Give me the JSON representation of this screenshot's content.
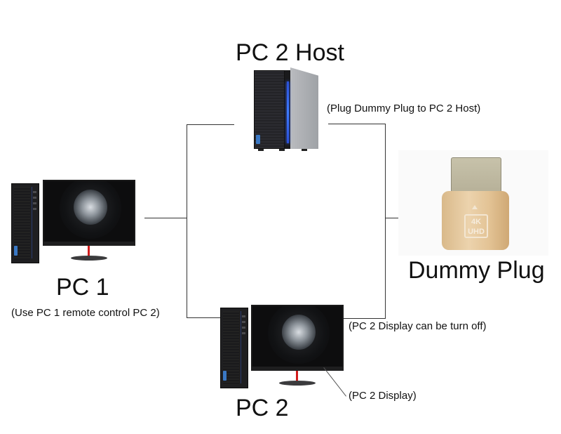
{
  "diagram": {
    "nodes": {
      "pc2_host": {
        "title": "PC 2 Host",
        "note": "(Plug Dummy Plug to PC 2 Host)"
      },
      "pc1": {
        "title": "PC 1",
        "note": "(Use PC 1 remote control PC 2)"
      },
      "dummy_plug": {
        "title": "Dummy Plug",
        "badge_top": "4K",
        "badge_bottom": "UHD"
      },
      "pc2": {
        "title": "PC 2",
        "display_note": "(PC 2 Display can be turn off)",
        "display_label": "(PC 2 Display)"
      }
    },
    "colors": {
      "line": "#333333",
      "host_led": "#3d7bff",
      "plug_gold": "#e3c395",
      "monitor_stand_accent": "#d21c1c"
    }
  }
}
